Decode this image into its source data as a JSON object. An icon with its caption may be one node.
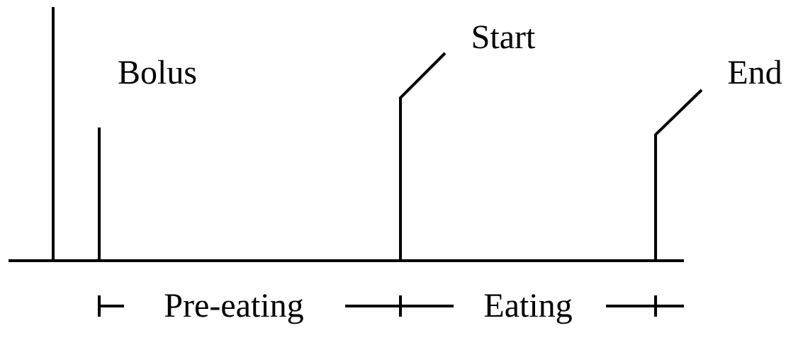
{
  "diagram": {
    "labels": [
      "Start",
      "Bolus",
      "End",
      "Pre-eating",
      "Eating"
    ]
  }
}
